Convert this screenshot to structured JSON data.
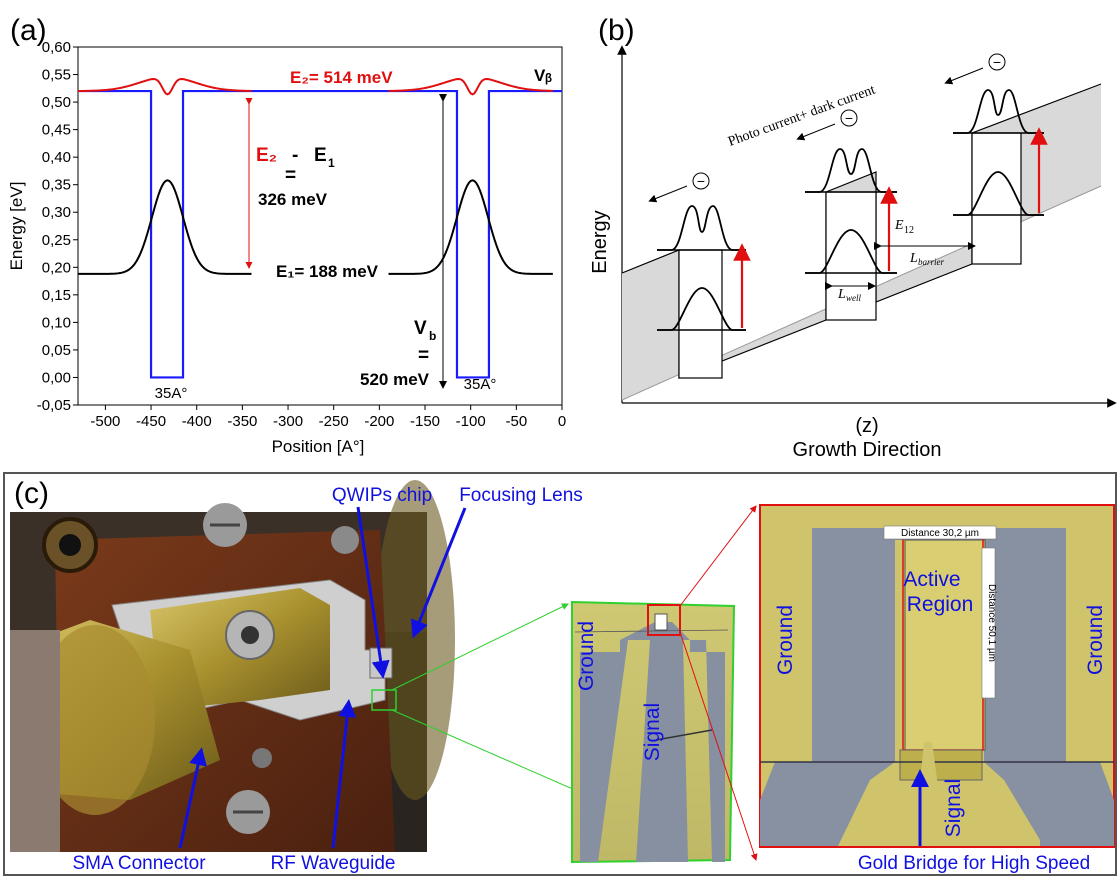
{
  "panel_a": {
    "label": "(a)",
    "xlabel": "Position [A°]",
    "ylabel": "Energy [eV]",
    "x_ticks": [
      "-500",
      "-450",
      "-400",
      "-350",
      "-300",
      "-250",
      "-200",
      "-150",
      "-100",
      "-50",
      "0"
    ],
    "y_ticks": [
      "-0,05",
      "0,00",
      "0,05",
      "0,10",
      "0,15",
      "0,20",
      "0,25",
      "0,30",
      "0,35",
      "0,40",
      "0,45",
      "0,50",
      "0,55",
      "0,60"
    ],
    "annotations": {
      "e2_level": "E₂= 514 meV",
      "vb_top": "Vᵦ",
      "diff_e2": "E₂",
      "diff_dash": "-",
      "diff_e1": "E",
      "diff_e1_sub": "1",
      "diff_eq": "=",
      "diff_value": "326 meV",
      "e1_level": "E₁= 188 meV",
      "vb_label": "V",
      "vb_sub": "b",
      "vb_eq": "=",
      "vb_value": "520 meV",
      "well_width_1": "35A°",
      "well_width_2": "35A°"
    },
    "colors": {
      "potential": "#1a1aff",
      "e2": "#e01010",
      "e1": "#000000"
    }
  },
  "chart_data": {
    "type": "line",
    "xlabel": "Position [A°]",
    "ylabel": "Energy [eV]",
    "xlim": [
      -530,
      0
    ],
    "ylim": [
      -0.05,
      0.6
    ],
    "series": [
      {
        "name": "",
        "kind": "potential",
        "x": [
          -530,
          -450,
          -450,
          -415,
          -415,
          -115,
          -115,
          -80,
          -80,
          0
        ],
        "y": [
          0.52,
          0.52,
          0,
          0,
          0.52,
          0.52,
          0,
          0,
          0.52,
          0.52
        ]
      },
      {
        "name": "",
        "kind": "E1 wavefunction",
        "baseline": 0.188,
        "peak": 0.358,
        "centers": [
          -432,
          -98
        ]
      },
      {
        "name": "",
        "kind": "E2 wavefunction",
        "baseline": 0.52,
        "centers": [
          -432,
          -98
        ]
      }
    ]
  },
  "panel_b": {
    "label": "(b)",
    "ylabel": "Energy",
    "xlabel_z": "(z)",
    "xlabel": "Growth Direction",
    "photo_current": "Photo current+ dark current",
    "e12": "E",
    "e12_sub": "12",
    "l_barrier": "L",
    "l_barrier_sub": "barrier",
    "l_well": "L",
    "l_well_sub": "well",
    "electron": "−"
  },
  "panel_c": {
    "label": "(c)",
    "qwips_chip": "QWIPs chip",
    "focusing_lens": "Focusing Lens",
    "sma_connector": "SMA Connector",
    "rf_waveguide": "RF Waveguide",
    "ground_left": "Ground",
    "signal_mid": "Signal",
    "ground_zoom_left": "Ground",
    "ground_zoom_right": "Ground",
    "active_region_1": "Active",
    "active_region_2": "Region",
    "signal_zoom": "Signal",
    "distance_h": "Distance 30,2 µm",
    "distance_v": "Distance 50,1 µm",
    "gold_bridge": "Gold Bridge for High Speed"
  }
}
